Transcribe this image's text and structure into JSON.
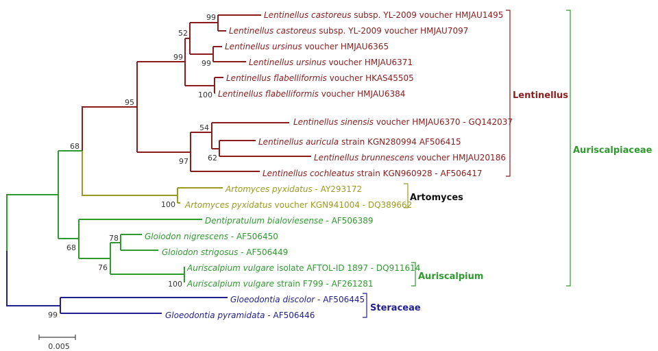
{
  "taxa": [
    {
      "genus": "Lentinellus castoreus",
      "rest": " subsp. YL-2009 voucher HMJAU1495"
    },
    {
      "genus": "Lentinellus castoreus",
      "rest": " subsp. YL-2009 voucher HMJAU7097"
    },
    {
      "genus": "Lentinellus ursinus",
      "rest": " voucher HMJAU6365"
    },
    {
      "genus": "Lentinellus ursinus",
      "rest": " voucher HMJAU6371"
    },
    {
      "genus": "Lentinellus flabelliformis",
      "rest": " voucher HKAS45505"
    },
    {
      "genus": "Lentinellus flabelliformis",
      "rest": " voucher HMJAU6384"
    },
    {
      "genus": "Lentinellus sinensis",
      "rest": " voucher HMJAU6370 - GQ142037"
    },
    {
      "genus": "Lentinellus auricula",
      "rest": " strain KGN280994 AF506415"
    },
    {
      "genus": "Lentinellus brunnescens",
      "rest": " voucher HMJAU20186"
    },
    {
      "genus": "Lentinellus cochleatus",
      "rest": " strain KGN960928 - AF506417"
    },
    {
      "genus": "Artomyces pyxidatus",
      "rest": " - AY293172"
    },
    {
      "genus": "Artomyces pyxidatus",
      "rest": " voucher KGN941004 - DQ389662"
    },
    {
      "genus": "Dentipratulum bialoviesense",
      "rest": " - AF506389"
    },
    {
      "genus": "Gloiodon nigrescens",
      "rest": " - AF506450"
    },
    {
      "genus": "Gloiodon strigosus",
      "rest": " - AF506449"
    },
    {
      "genus": "Auriscalpium vulgare",
      "rest": " isolate AFTOL-ID 1897 - DQ911614"
    },
    {
      "genus": "Auriscalpium vulgare",
      "rest": " strain F799 - AF261281"
    },
    {
      "genus": "Gloeodontia discolor",
      "rest": " - AF506445"
    },
    {
      "genus": "Gloeodontia pyramidata",
      "rest": " - AF506446"
    }
  ],
  "support": {
    "castoreus": "99",
    "n52": "52",
    "n99a": "99",
    "ursinus": "99",
    "flabelliformis": "100",
    "n95": "95",
    "n54": "54",
    "n62": "62",
    "n97": "97",
    "n68top": "68",
    "artomyces": "100",
    "n68low": "68",
    "n78": "78",
    "n76": "76",
    "auriscalpium": "100",
    "steraceae": "99"
  },
  "clades": {
    "lentinellus": "Lentinellus",
    "artomyces": "Artomyces",
    "auriscalpium": "Auriscalpium",
    "steraceae": "Steraceae",
    "auriscalpiaceae": "Auriscalpiaceae"
  },
  "scale_bar": "0.005",
  "colors": {
    "lentinellus": "#8b1c1c",
    "artomyces": "#9a9a22",
    "auriscalpiaceae": "#2e9a2e",
    "steraceae": "#1f1f8f"
  }
}
